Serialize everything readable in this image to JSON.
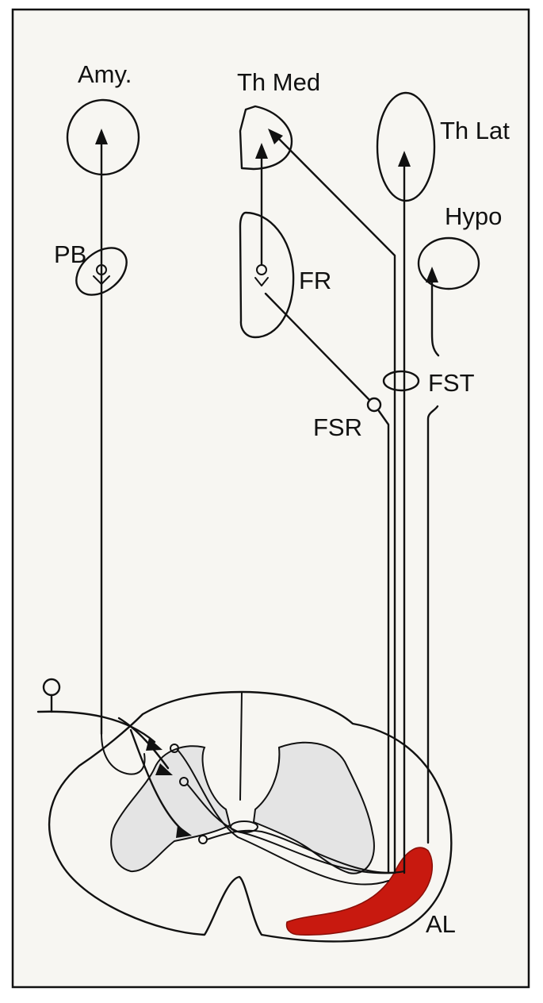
{
  "labels": {
    "amy": "Amy.",
    "th_med": "Th Med",
    "th_lat": "Th Lat",
    "hypo": "Hypo",
    "pb": "PB",
    "fr": "FR",
    "fst": "FST",
    "fsr": "FSR",
    "al": "AL"
  },
  "colors": {
    "background": "#ffffff",
    "frame": "#111111",
    "panel": "#f7f6f2",
    "gray_matter": "#e4e4e4",
    "al_tract": "#c8190f"
  }
}
